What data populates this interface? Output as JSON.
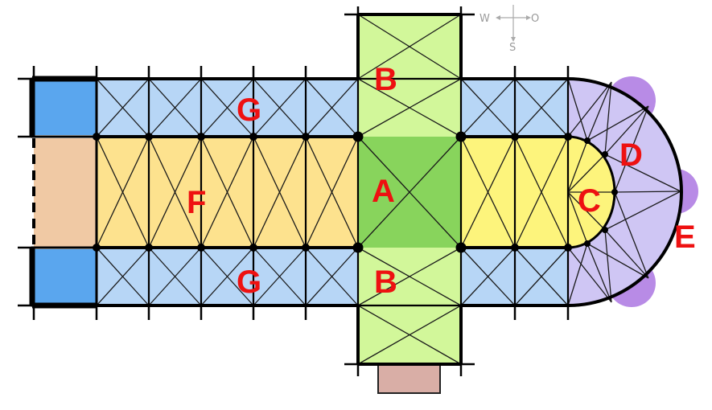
{
  "labels": {
    "crossing": "A",
    "transept_north": "B",
    "transept_south": "B",
    "choir": "C",
    "ambulatory": "D",
    "chapels": "E",
    "nave": "F",
    "aisle_north": "G",
    "aisle_south": "G"
  },
  "compass": {
    "west": "W",
    "east": "O",
    "south": "S"
  },
  "colors": {
    "crossing": "#88d45c",
    "transept": "#d2f79a",
    "nave": "#fde28e",
    "choir": "#fdf47c",
    "aisles": "#b7d6f6",
    "ambulatory": "#cfc6f4",
    "chapels": "#b88be6",
    "narthex": "#f0c9a4",
    "towers": "#5aa6ee",
    "annex": "#d9aea6",
    "labels": "#ee1111",
    "lines": "#000000"
  }
}
